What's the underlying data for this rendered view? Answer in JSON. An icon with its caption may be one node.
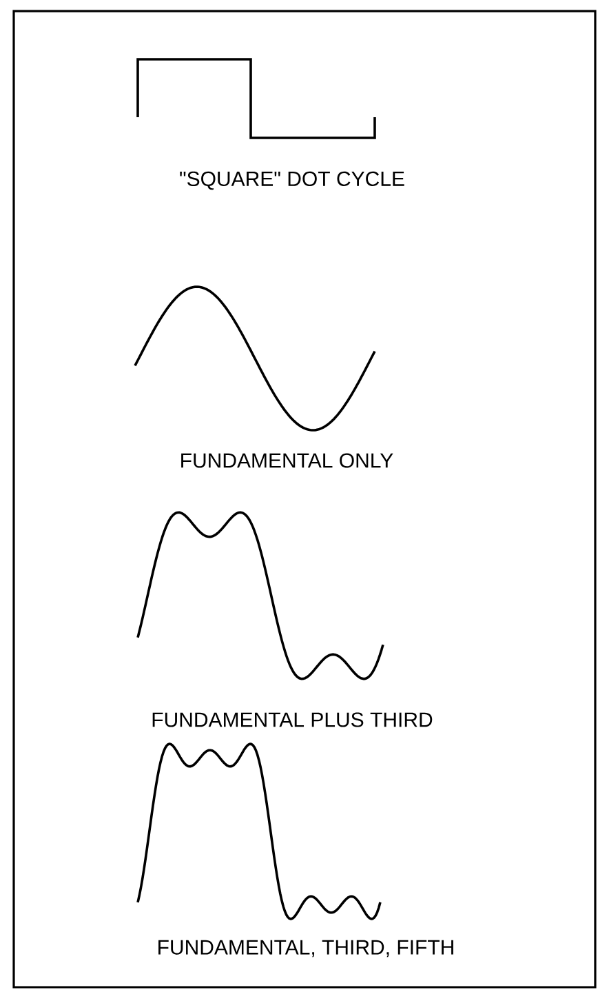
{
  "diagram": {
    "labels": [
      "\"SQUARE\" DOT CYCLE",
      "FUNDAMENTAL ONLY",
      "FUNDAMENTAL PLUS THIRD",
      "FUNDAMENTAL, THIRD, FIFTH"
    ]
  }
}
